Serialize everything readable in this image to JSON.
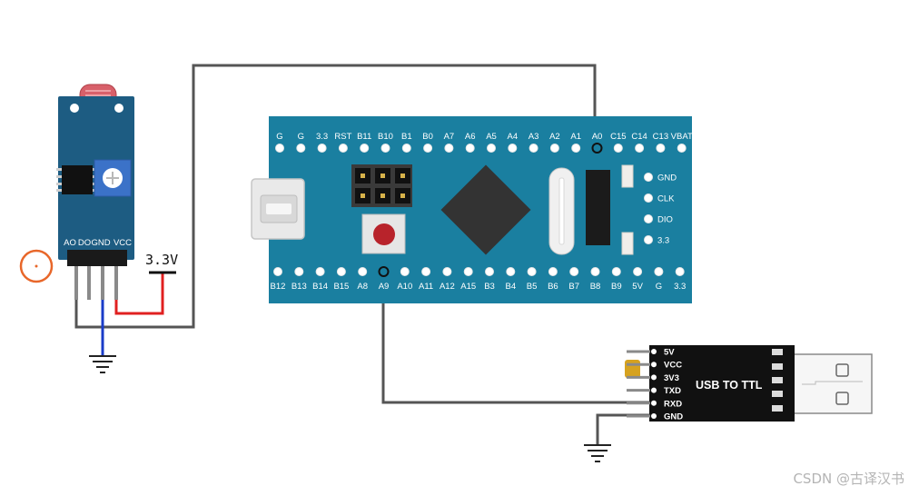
{
  "board": {
    "top_pins": [
      "G",
      "G",
      "3.3",
      "RST",
      "B11",
      "B10",
      "B1",
      "B0",
      "A7",
      "A6",
      "A5",
      "A4",
      "A3",
      "A2",
      "A1",
      "A0",
      "C15",
      "C14",
      "C13",
      "VBAT"
    ],
    "bottom_pins": [
      "B12",
      "B13",
      "B14",
      "B15",
      "A8",
      "A9",
      "A10",
      "A11",
      "A12",
      "A15",
      "B3",
      "B4",
      "B5",
      "B6",
      "B7",
      "B8",
      "B9",
      "5V",
      "G",
      "3.3"
    ],
    "debug_pins": [
      "GND",
      "CLK",
      "DIO",
      "3.3"
    ]
  },
  "sensor": {
    "pins": [
      "AO",
      "DO",
      "GND",
      "VCC"
    ]
  },
  "power": {
    "label": "3.3V"
  },
  "usb_ttl": {
    "pins": [
      "5V",
      "VCC",
      "3V3",
      "TXD",
      "RXD",
      "GND"
    ],
    "label": "USB TO TTL"
  },
  "watermark": "CSDN @古译汉书",
  "colors": {
    "board": "#1a7fa0",
    "sensor_board": "#1d5c82",
    "wire_gray": "#555555",
    "wire_red": "#e02020",
    "wire_blue": "#1a3cc8",
    "marker": "#e8672a"
  }
}
